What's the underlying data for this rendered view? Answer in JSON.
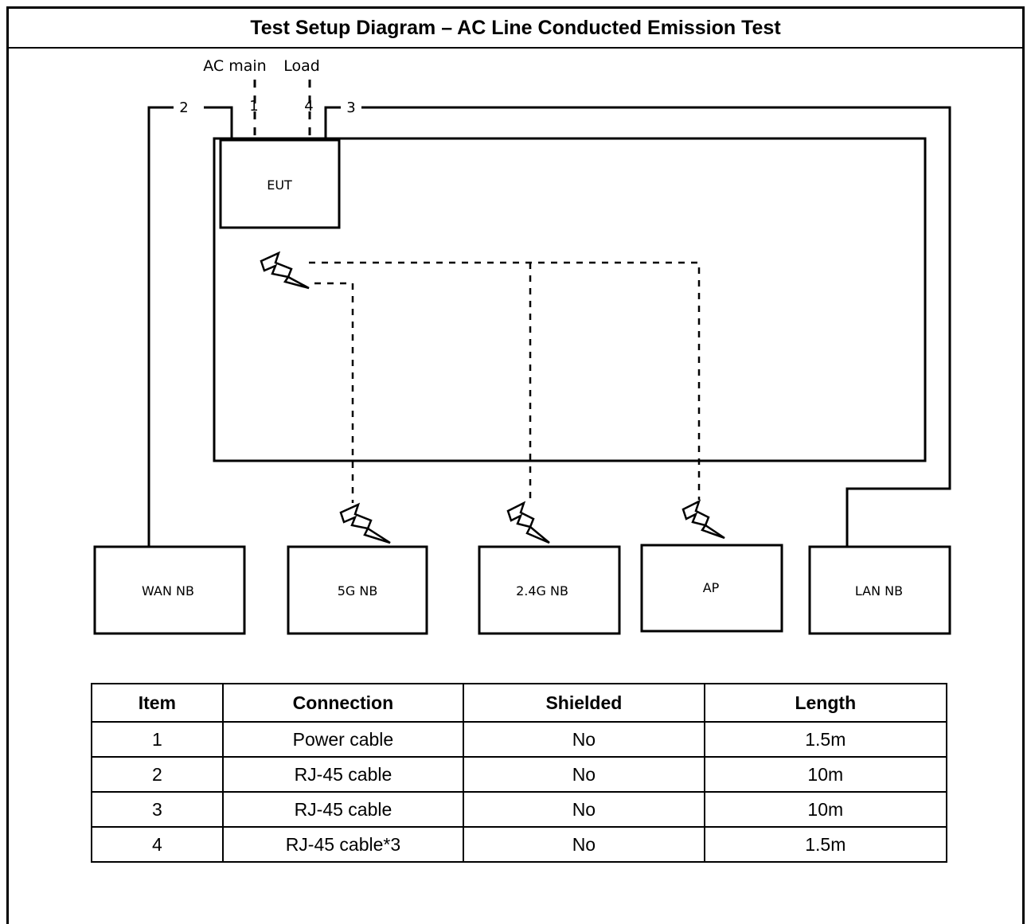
{
  "title": "Test Setup Diagram – AC Line Conducted Emission Test",
  "diagram": {
    "labels": {
      "ac_main": "AC main",
      "load": "Load",
      "cable_1": "1",
      "cable_2": "2",
      "cable_3": "3",
      "cable_4": "4"
    },
    "devices": {
      "eut": "EUT",
      "wan_nb": "WAN NB",
      "nb_5g": "5G NB",
      "nb_24g": "2.4G NB",
      "ap": "AP",
      "lan_nb": "LAN NB"
    }
  },
  "table": {
    "headers": [
      "Item",
      "Connection",
      "Shielded",
      "Length"
    ],
    "rows": [
      [
        "1",
        "Power cable",
        "No",
        "1.5m"
      ],
      [
        "2",
        "RJ-45 cable",
        "No",
        "10m"
      ],
      [
        "3",
        "RJ-45 cable",
        "No",
        "10m"
      ],
      [
        "4",
        "RJ-45 cable*3",
        "No",
        "1.5m"
      ]
    ]
  }
}
